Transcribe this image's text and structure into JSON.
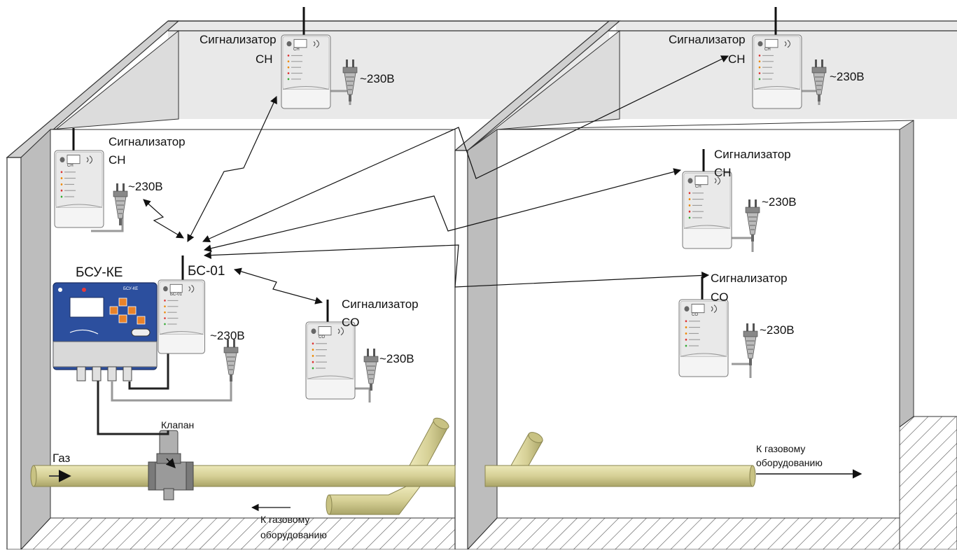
{
  "labels": {
    "signal_ch": "Сигнализатор",
    "ch": "CH",
    "signal_co": "Сигнализатор",
    "co": "CO",
    "power": "~230В",
    "bsu_title": "БСУ-КЕ",
    "bs01": "БС-01",
    "valve": "Клапан",
    "gas": "Газ",
    "to_gas_1": "К газовому",
    "to_gas_2": "оборудованию"
  },
  "device_panel": {
    "ch_code": "CH",
    "co_code": "CO",
    "bs_code": "БС-01",
    "bsu_code": "БСУ-КЕ"
  },
  "colors": {
    "wall_face": "#ffffff",
    "wall_back": "#ebebeb",
    "wall_edge": "#d6d6d6",
    "wall_side": "#bdbdbd",
    "pipe": "#d9d49a",
    "pipe_dark": "#a9a467",
    "device_body": "#f2f2f2",
    "device_panel": "#5a5e66",
    "bsu_blue": "#2c4f9e",
    "bsu_orange": "#e8822a",
    "cable": "#9e9e9e"
  }
}
